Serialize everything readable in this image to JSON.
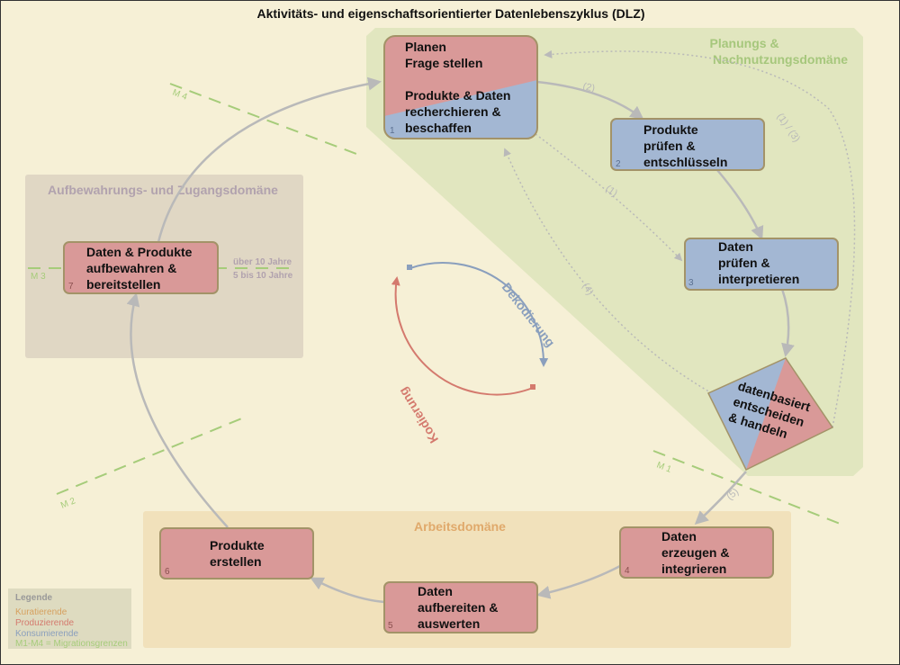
{
  "title": "Aktivitäts- und eigenschaftsorientierter Datenlebenszyklus (DLZ)",
  "domains": {
    "planning": "Planungs & Nachnutzungsdomäne",
    "storage": "Aufbewahrungs- und Zugangsdomäne",
    "work": "Arbeitsdomäne"
  },
  "nodes": [
    {
      "num": "1",
      "line1": "Planen",
      "line2": "Frage stellen",
      "line3": "Produkte & Daten",
      "line4": "recherchieren &",
      "line5": "beschaffen"
    },
    {
      "num": "2",
      "line1": "Produkte",
      "line2": "prüfen &",
      "line3": "entschlüsseln"
    },
    {
      "num": "3",
      "line1": "Daten",
      "line2": "prüfen &",
      "line3": "interpretieren"
    },
    {
      "line1": "datenbasiert",
      "line2": "entscheiden",
      "line3": "& handeln"
    },
    {
      "num": "4",
      "line1": "Daten",
      "line2": "erzeugen &",
      "line3": "integrieren"
    },
    {
      "num": "5",
      "line1": "Daten",
      "line2": "aufbereiten &",
      "line3": "auswerten"
    },
    {
      "num": "6",
      "line1": "Produkte",
      "line2": "erstellen"
    },
    {
      "num": "7",
      "line1": "Daten & Produkte",
      "line2": "aufbewahren &",
      "line3": "bereitstellen"
    }
  ],
  "retention": {
    "long": "über 10 Jahre",
    "short": "5 bis 10 Jahre"
  },
  "edges": {
    "e2": "(2)",
    "e1": "(1)",
    "e13": "(1) / (3)",
    "e4": "(4)",
    "e5": "(5)"
  },
  "migration": {
    "m1": "M 1",
    "m2": "M 2",
    "m3": "M 3",
    "m4": "M 4"
  },
  "cycle": {
    "decode": "Dekodierung",
    "encode": "Kodierung"
  },
  "legend": {
    "title": "Legende",
    "items": [
      "Kuratierende",
      "Produzierende",
      "Konsumierende",
      "M1-M4 = Migrationsgrenzen"
    ]
  },
  "colors": {
    "background": "#f6f0d6",
    "planning_domain": "#e1e6bf",
    "storage_domain": "#e0d7c4",
    "work_domain": "#f1e1bb",
    "producer": "#d99998",
    "consumer": "#a3b7d3",
    "curator": "#d6a05e",
    "migration": "#a6cc7a",
    "arrow": "#b9b9b9"
  }
}
